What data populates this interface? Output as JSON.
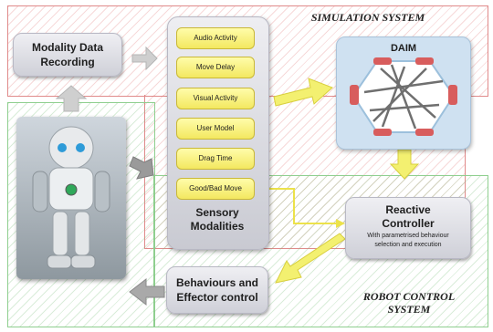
{
  "simulation_system": {
    "title": "SIMULATION SYSTEM"
  },
  "robot_control_system": {
    "title_line1": "ROBOT CONTROL",
    "title_line2": "SYSTEM"
  },
  "modality_recording": {
    "line1": "Modality Data",
    "line2": "Recording"
  },
  "sensory_modalities": {
    "items": [
      "Audio Activity",
      "Move Delay",
      "Visual Activity",
      "User Model",
      "Drag Time",
      "Good/Bad Move"
    ],
    "label_line1": "Sensory",
    "label_line2": "Modalities"
  },
  "daim": {
    "title": "DAIM"
  },
  "reactive_controller": {
    "line1": "Reactive",
    "line2": "Controller",
    "sub1": "With parametrised behaviour",
    "sub2": "selection and execution"
  },
  "behaviours": {
    "line1": "Behaviours and",
    "line2": "Effector control"
  },
  "colors": {
    "pill_fill": "#f6ec6a",
    "arrow_yellow": "#f3f070",
    "daim_fill": "#cfe1f1",
    "hatch_red": "#e08a8a",
    "hatch_green": "#8fcf8f"
  }
}
